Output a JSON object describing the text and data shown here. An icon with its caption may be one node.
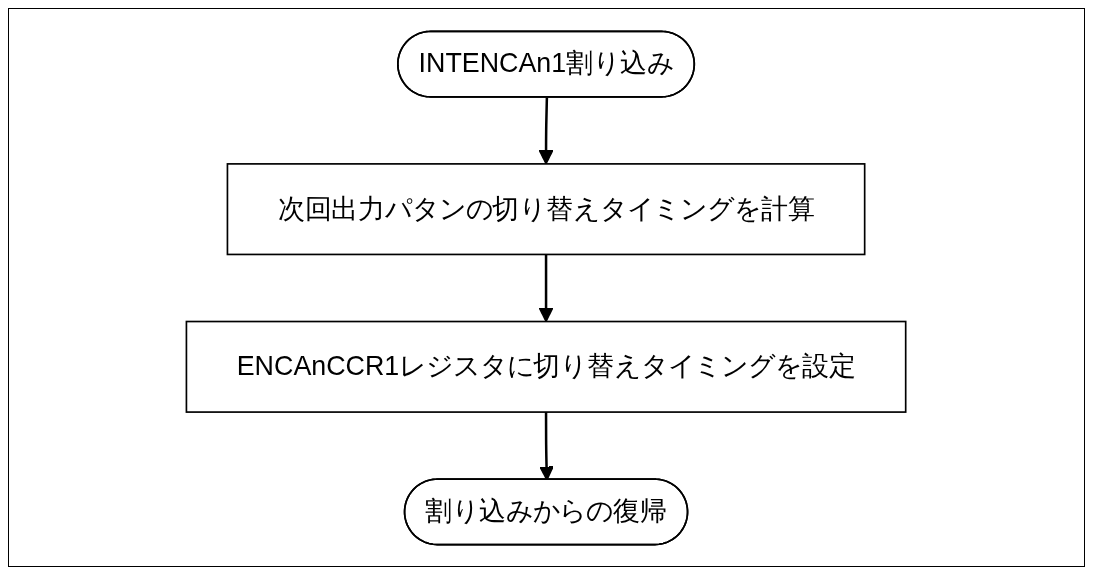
{
  "diagram": {
    "nodes": [
      {
        "text": [
          "INTENCAn1割り込み"
        ]
      },
      {
        "text": [
          "次回出力パタンの切り替えタイミングを計算"
        ]
      },
      {
        "text": [
          "ENCAnCCR1レジスタに切り替えタイミングを設定"
        ]
      },
      {
        "text": [
          "割り込みからの復帰"
        ]
      }
    ],
    "edges": [
      {
        "from": 0,
        "to": 1,
        "arrow": "to"
      },
      {
        "from": 1,
        "to": 2,
        "arrow": "to"
      },
      {
        "from": 2,
        "to": 3,
        "arrow": "to"
      }
    ]
  }
}
